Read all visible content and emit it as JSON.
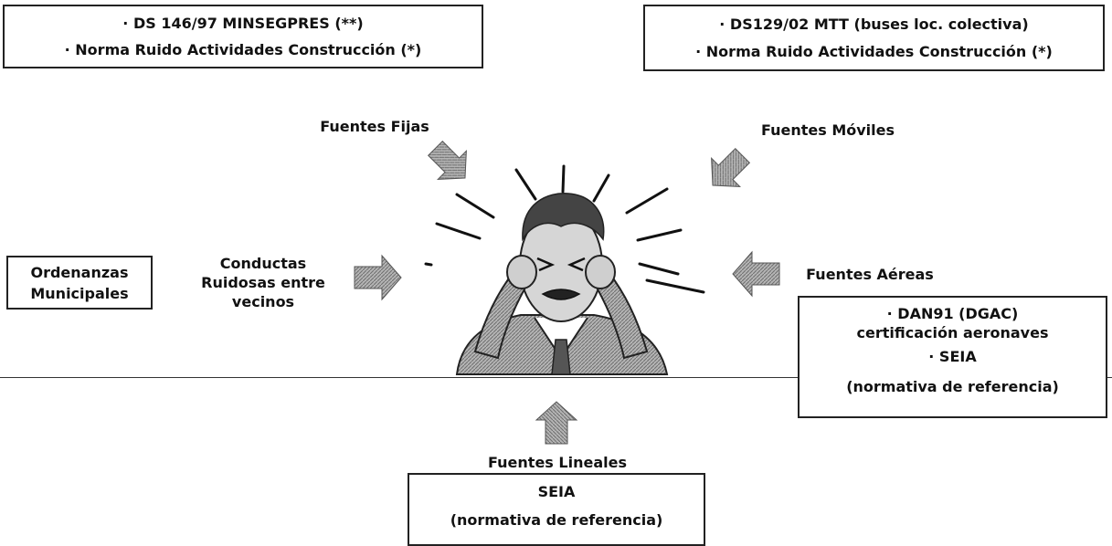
{
  "top_left_box": {
    "line1": "· DS 146/97 MINSEGPRES (**)",
    "line2": "· Norma Ruido Actividades Construcción (*)"
  },
  "top_right_box": {
    "line1": "· DS129/02 MTT (buses loc. colectiva)",
    "line2": "· Norma Ruido Actividades Construcción (*)"
  },
  "labels": {
    "fixed_sources": "Fuentes Fijas",
    "mobile_sources": "Fuentes Móviles",
    "neighbor_behavior_1": "Conductas",
    "neighbor_behavior_2": "Ruidosas entre",
    "neighbor_behavior_3": "vecinos",
    "air_sources": "Fuentes Aéreas",
    "linear_sources": "Fuentes Lineales"
  },
  "municipal_box": {
    "line1": "Ordenanzas",
    "line2": "Municipales"
  },
  "air_box": {
    "line1": "· DAN91 (DGAC)",
    "line2": "certificación aeronaves",
    "line3": "· SEIA",
    "line4": "(normativa de referencia)"
  },
  "linear_box": {
    "line1": "SEIA",
    "line2": "(normativa de referencia)"
  },
  "colors": {
    "arrow_fill": "#9a9a9a",
    "border": "#222222"
  }
}
